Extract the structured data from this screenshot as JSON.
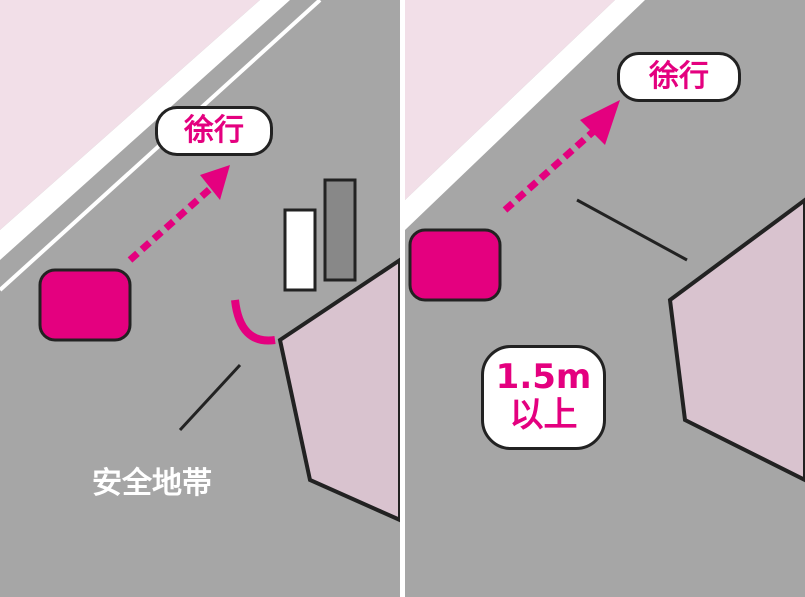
{
  "left_panel": {
    "slow_label": "徐行",
    "safety_zone_label": "安全地帯"
  },
  "right_panel": {
    "slow_label": "徐行",
    "distance_label_line1": "1.5m",
    "distance_label_line2": "以上"
  },
  "colors": {
    "accent": "#e4007f",
    "road": "#a6a6a6",
    "sidewalk": "#f2dfe8",
    "tram": "#d9c3cf"
  }
}
